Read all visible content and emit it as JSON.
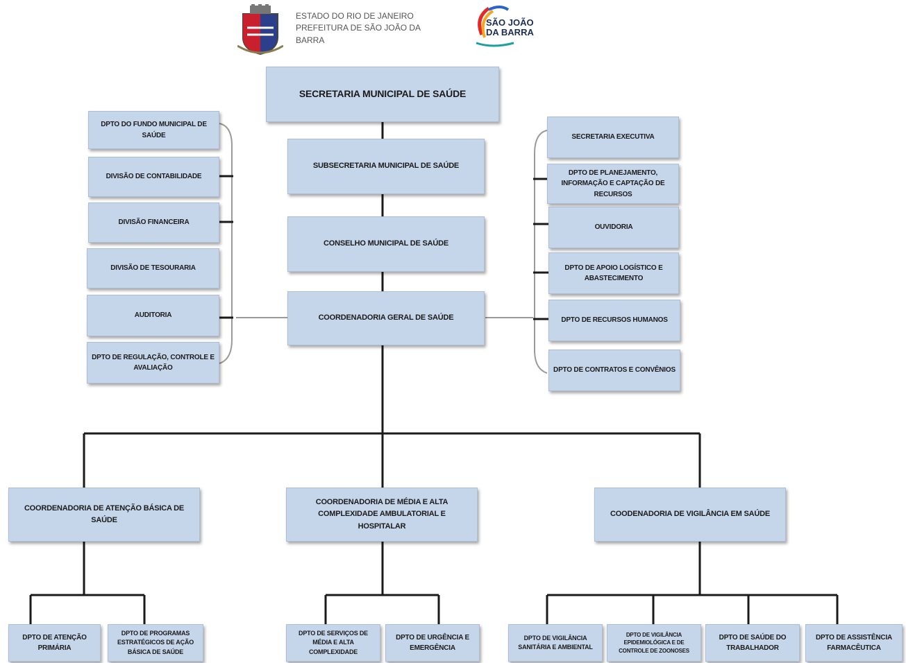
{
  "header": {
    "line1": "ESTADO DO RIO DE JANEIRO",
    "line2": "PREFEITURA DE SÃO JOÃO DA",
    "line3": "BARRA",
    "logo_line1": "SÃO JOÃO",
    "logo_line2": "DA BARRA"
  },
  "top": {
    "secretaria": "SECRETARIA MUNICIPAL DE SAÚDE",
    "subsecretaria": "SUBSECRETARIA MUNICIPAL DE SAÚDE",
    "conselho": "CONSELHO MUNICIPAL DE SAÚDE",
    "coordenadoria_geral": "COORDENADORIA GERAL DE SAÚDE"
  },
  "left": {
    "fundo": "DPTO DO FUNDO MUNICIPAL DE SAÚDE",
    "contabilidade": "DIVISÃO DE CONTABILIDADE",
    "financeira": "DIVISÃO FINANCEIRA",
    "tesouraria": "DIVISÃO DE TESOURARIA",
    "auditoria": "AUDITORIA",
    "regulacao": "DPTO DE REGULAÇÃO, CONTROLE E AVALIAÇÃO"
  },
  "right": {
    "executiva": "SECRETARIA EXECUTIVA",
    "planejamento": "DPTO DE PLANEJAMENTO, INFORMAÇÃO E CAPTAÇÃO DE RECURSOS",
    "ouvidoria": "OUVIDORIA",
    "apoio": "DPTO DE APOIO LOGÍSTICO E ABASTECIMENTO",
    "rh": "DPTO DE RECURSOS HUMANOS",
    "contratos": "DPTO DE CONTRATOS E CONVÊNIOS"
  },
  "coords": {
    "basica": "COORDENADORIA DE ATENÇÃO BÁSICA DE SAÚDE",
    "media": "COORDENADORIA DE MÉDIA E ALTA COMPLEXIDADE AMBULATORIAL E HOSPITALAR",
    "vigilancia": "COODENADORIA DE VIGILÂNCIA EM SAÚDE"
  },
  "depts": {
    "atencao_primaria": "DPTO DE ATENÇÃO PRIMÁRIA",
    "programas": "DPTO DE PROGRAMAS ESTRATÉGICOS DE AÇÃO BÁSICA DE SAÚDE",
    "servicos": "DPTO DE SERVIÇOS DE MÉDIA E ALTA COMPLEXIDADE",
    "urgencia": "DPTO DE URGÊNCIA E EMERGÊNCIA",
    "vig_sanitaria": "DPTO DE VIGILÂNCIA SANITÁRIA E AMBIENTAL",
    "vig_epidemio": "DPTO DE VIGILÂNCIA EPIDEMIOLÓGICA E DE CONTROLE DE ZOONOSES",
    "saude_trabalhador": "DPTO DE SAÚDE DO TRABALHADOR",
    "assistencia": "DPTO DE ASSISTÊNCIA FARMACÊUTICA"
  },
  "colors": {
    "box": "#c5d5ea",
    "line": "#1a1a1a",
    "brace": "#888888"
  }
}
